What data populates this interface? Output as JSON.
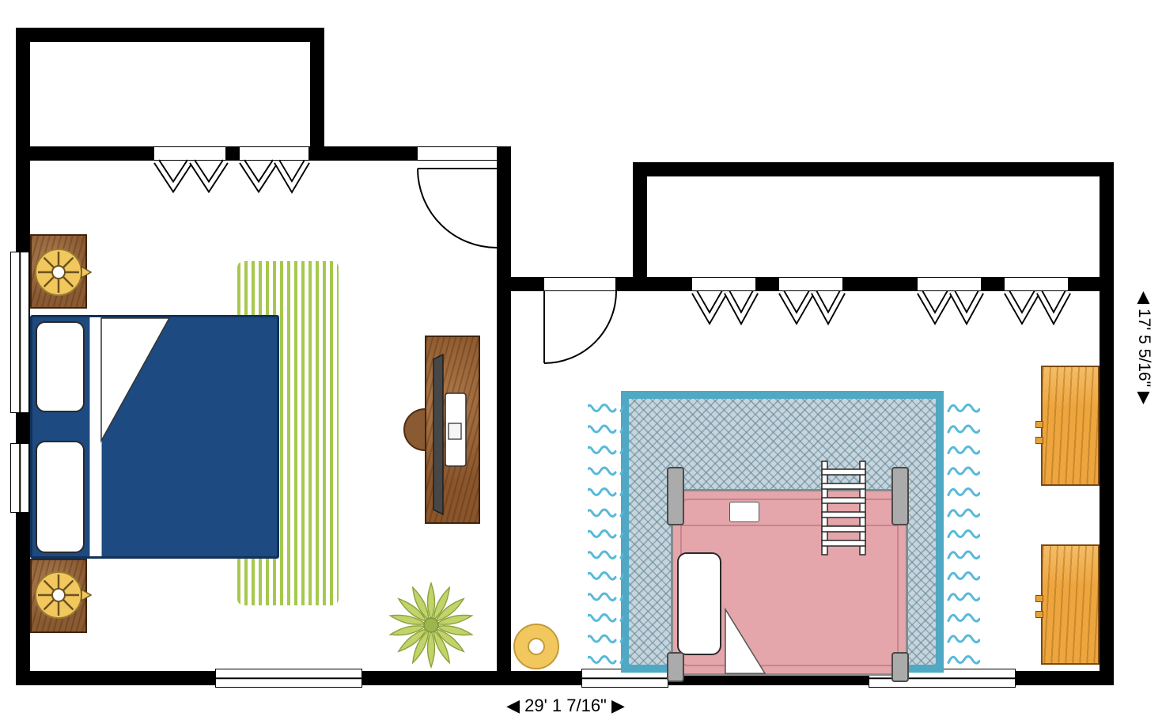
{
  "scene": {
    "type": "floor-plan",
    "rooms": [
      {
        "name": "bedroom-left",
        "furniture": [
          "double-bed",
          "nightstand-with-lamp",
          "nightstand-with-lamp",
          "green-striped-rug",
          "computer-desk",
          "desk-chair",
          "potted-plant"
        ],
        "features": [
          "two-casement-windows-top-wall",
          "door-top-right",
          "two-windows-left-wall",
          "window-bottom-wall"
        ]
      },
      {
        "name": "bedroom-right",
        "furniture": [
          "bunk-bed-with-ladder",
          "blue-shag-rug-with-fringe",
          "dresser",
          "dresser",
          "round-floor-cushion"
        ],
        "features": [
          "four-casement-windows-top-wall",
          "door-top-left",
          "two-windows-bottom-wall"
        ]
      }
    ]
  },
  "dimensions": {
    "width_label": "◀ 29' 1 7/16\" ▶",
    "height_label": "◀ 17' 5 5/16\" ▶"
  },
  "colors": {
    "wall": "#000000",
    "bed_blue": "#1d4a80",
    "pillow_white": "#ffffff",
    "rug_green_stripe": "#a6c84e",
    "wood_brown": "#8a5a33",
    "wood_amber": "#eda53e",
    "lamp_yellow": "#f2c75e",
    "rug_blue_border": "#4fa8c4",
    "rug_blue_fill": "#c6d4db",
    "fringe_blue": "#58b9d9",
    "bunk_pink": "#e4a6aa",
    "plant_green": "#c2d36a",
    "pouf_yellow": "#f2c75e"
  }
}
